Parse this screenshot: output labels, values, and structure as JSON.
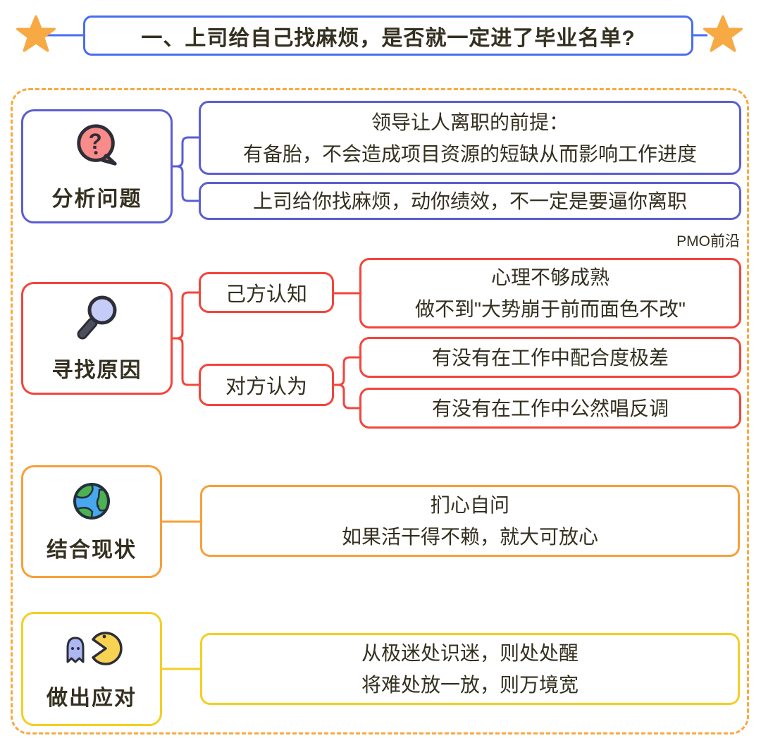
{
  "theme": {
    "title_border_blue": "#4a6df2",
    "dashed_frame_orange": "#f9a93d",
    "star_orange": "#f7a943",
    "text_dark": "#343020",
    "section_colors": {
      "analyze_purple": "#5b5ecf",
      "reason_red": "#f3453b",
      "status_orange": "#f7a03a",
      "respond_yellow": "#f3cf24"
    }
  },
  "title": {
    "text": "一、上司给自己找麻烦，是否就一定进了毕业名单?"
  },
  "watermark": "PMO前沿",
  "sections": [
    {
      "id": "analyze",
      "label": "分析问题",
      "icon": "question-bubble-icon",
      "children": [
        {
          "lines": [
            "领导让人离职的前提：",
            "有备胎，不会造成项目资源的短缺从而影响工作进度"
          ]
        },
        {
          "lines": [
            "上司给你找麻烦，动你绩效，不一定是要逼你离职"
          ]
        }
      ]
    },
    {
      "id": "reason",
      "label": "寻找原因",
      "icon": "magnifier-icon",
      "branches": [
        {
          "label": "己方认知",
          "children": [
            {
              "lines": [
                "心理不够成熟",
                "做不到\"大势崩于前而面色不改\""
              ]
            }
          ]
        },
        {
          "label": "对方认为",
          "children": [
            {
              "lines": [
                "有没有在工作中配合度极差"
              ]
            },
            {
              "lines": [
                "有没有在工作中公然唱反调"
              ]
            }
          ]
        }
      ]
    },
    {
      "id": "status",
      "label": "结合现状",
      "icon": "globe-icon",
      "children": [
        {
          "lines": [
            "扪心自问",
            "如果活干得不赖，就大可放心"
          ]
        }
      ]
    },
    {
      "id": "respond",
      "label": "做出应对",
      "icon": "pacman-ghost-icon",
      "children": [
        {
          "lines": [
            "从极迷处识迷，则处处醒",
            "将难处放一放，则万境宽"
          ]
        }
      ]
    }
  ]
}
